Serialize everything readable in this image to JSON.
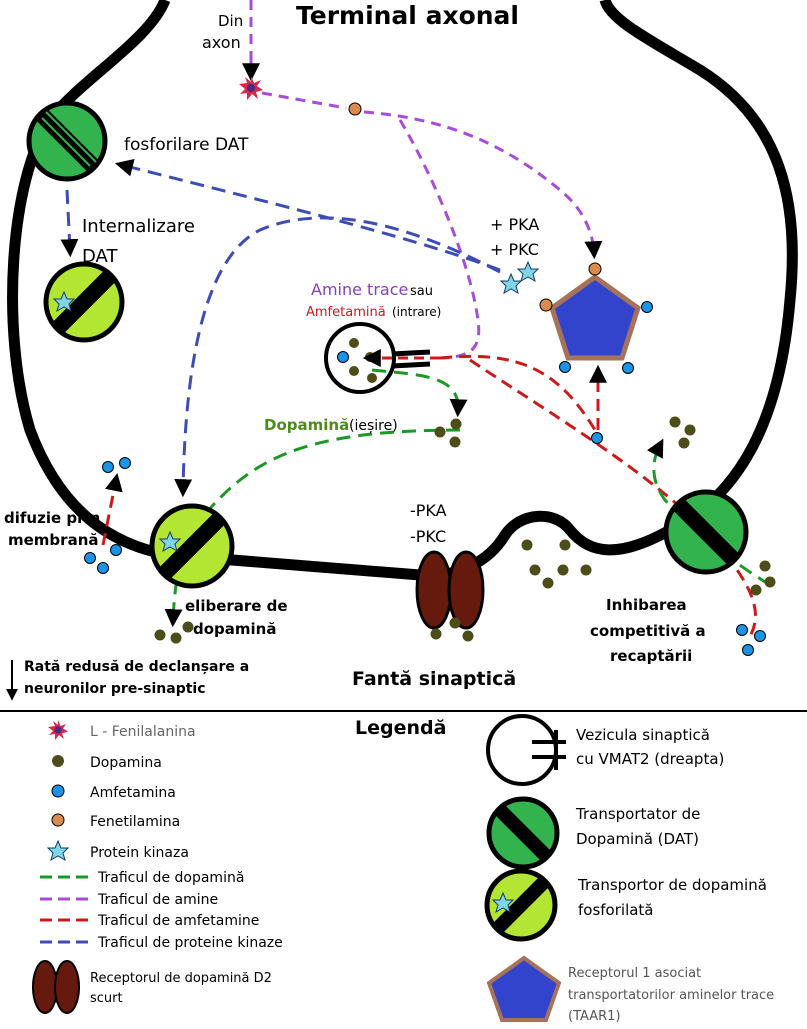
{
  "title": "Terminal axonal",
  "labels": {
    "din": "Din",
    "axon": "axon",
    "fosforilare": "fosforilare DAT",
    "internalizare": "Internalizare",
    "dat": "DAT",
    "pka_plus": "+ PKA",
    "pkc_plus": "+ PKC",
    "amine_trace": "Amine trace",
    "sau": "sau",
    "amfetamina_intrare": "Amfetamină",
    "intrare": "(intrare)",
    "dopamina_iesire": "Dopamină",
    "iesire": "(ieșire)",
    "difuzie_1": "difuzie prin",
    "difuzie_2": "membrană",
    "pka_minus": "-PKA",
    "pkc_minus": "-PKC",
    "eliberare_1": "eliberare de",
    "eliberare_2": "dopamină",
    "inhibarea_1": "Inhibarea",
    "inhibarea_2": "competitivă a",
    "inhibarea_3": "recaptării",
    "rata_1": "Rată redusă de declanșare a",
    "rata_2": "neuronilor pre-sinaptic",
    "fanta": "Fantă sinaptică"
  },
  "legend": {
    "title": "Legendă",
    "left": [
      {
        "icon": "l-phenylalanine-icon",
        "label": "L - Fenilalanina"
      },
      {
        "icon": "dopamine-dot-icon",
        "label": "Dopamina"
      },
      {
        "icon": "amphetamine-dot-icon",
        "label": "Amfetamina"
      },
      {
        "icon": "phenethylamine-dot-icon",
        "label": "Fenetilamina"
      },
      {
        "icon": "protein-kinase-star-icon",
        "label": "Protein kinaza"
      },
      {
        "icon": "green-dashed-line-icon",
        "label": "Traficul de dopamină"
      },
      {
        "icon": "purple-dashed-line-icon",
        "label": "Traficul de amine"
      },
      {
        "icon": "red-dashed-line-icon",
        "label": "Traficul de amfetamine"
      },
      {
        "icon": "blue-dashed-line-icon",
        "label": "Traficul de proteine kinaze"
      }
    ],
    "d2_1": "Receptorul de dopamină D2",
    "d2_2": "scurt",
    "right": [
      {
        "icon": "vesicle-icon",
        "line1": "Vezicula sinaptică",
        "line2": "cu VMAT2 (dreapta)"
      },
      {
        "icon": "dat-icon",
        "line1": "Transportator de",
        "line2": "Dopamină (DAT)"
      },
      {
        "icon": "phosphorylated-dat-icon",
        "line1": "Transportor de dopamină",
        "line2": "fosforilată"
      },
      {
        "icon": "taar1-icon",
        "line1": "Receptorul 1 asociat",
        "line2": "transportatorilor aminelor trace",
        "line3": "(TAAR1)"
      }
    ]
  },
  "colors": {
    "dopamine": "#4d4d1a",
    "amphetamine": "#1a94e6",
    "phenethylamine": "#d98c4d",
    "green_traffic": "#1a9926",
    "purple_traffic": "#a64dd9",
    "red_traffic": "#cc1a1a",
    "blue_traffic": "#3d4db3",
    "dat_green": "#33b34d",
    "dat_phospho": "#b3e633",
    "d2_receptor": "#661a0d",
    "taar1_fill": "#3344cc",
    "taar1_border": "#a6735a",
    "star": "#7fd6e6",
    "lphe": "#d9264d"
  }
}
